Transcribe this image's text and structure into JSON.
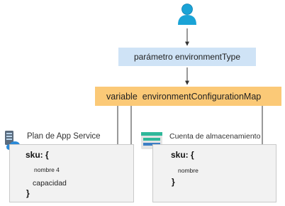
{
  "parameter": {
    "label": "parámetro environmentType"
  },
  "variable": {
    "keyword": "variable",
    "name": "environmentConfigurationMap"
  },
  "app_service": {
    "title": "Plan de App Service",
    "sku_open": "sku: {",
    "prop1": "nombre 4",
    "prop2": "capacidad",
    "close": "}"
  },
  "storage": {
    "title": "Cuenta de almacenamiento",
    "sku_open": "sku: {",
    "prop1": "nombre",
    "close": "}"
  },
  "icons": {
    "user": "user-icon",
    "app_service": "app-service-plan-icon",
    "storage": "storage-account-icon"
  },
  "colors": {
    "user": "#1aa3d6",
    "parameter_fill": "#cfe3f6",
    "variable_fill": "#fbc977",
    "card_fill": "#f2f2f2",
    "storage_green": "#2fb89a"
  }
}
